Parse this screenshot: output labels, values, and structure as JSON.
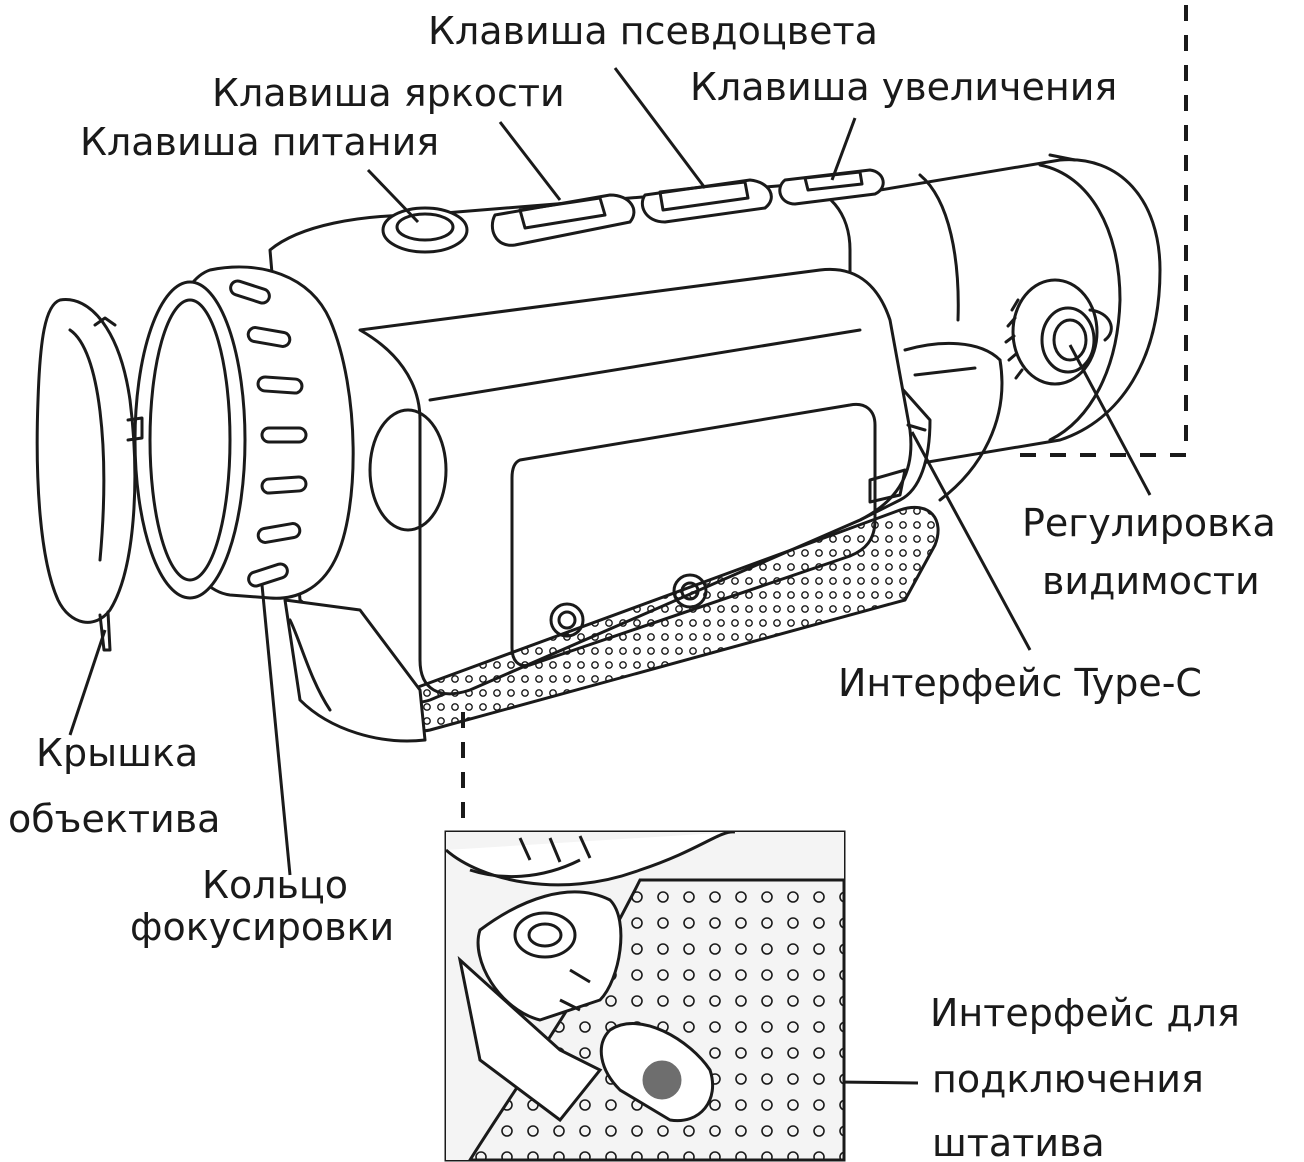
{
  "labels": {
    "pseudocolor_key": "Клавиша псевдоцвета",
    "brightness_key": "Клавиша яркости",
    "zoom_key": "Клавиша увеличения",
    "power_key": "Клавиша питания",
    "diopter_line1": "Регулировка",
    "diopter_line2": "видимости",
    "typec": "Интерфейс Type-C",
    "lens_cap_line1": "Крышка",
    "lens_cap_line2": "объектива",
    "focus_ring_line1": "Кольцо",
    "focus_ring_line2": "фокусировки",
    "tripod_line1": "Интерфейс для",
    "tripod_line2": "подключения",
    "tripod_line3": "штатива"
  },
  "colors": {
    "ink": "#1a1a1a",
    "inset_bg": "#f2f2f2"
  }
}
